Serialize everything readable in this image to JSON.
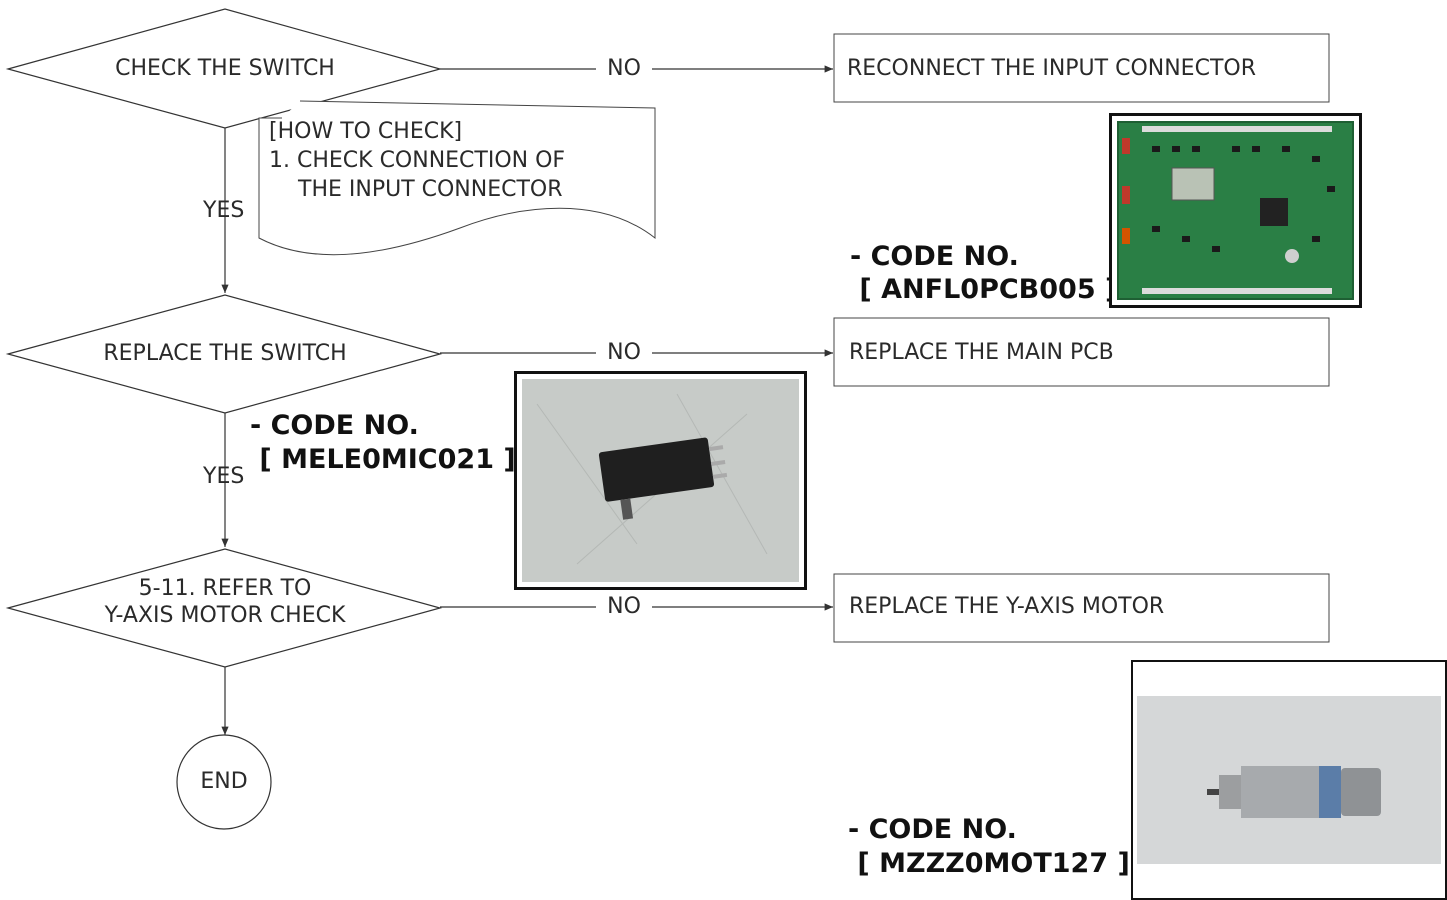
{
  "nodes": {
    "d1": "CHECK THE SWITCH",
    "d2": "REPLACE THE SWITCH",
    "d3_line1": "5-11. REFER TO",
    "d3_line2": "Y-AXIS MOTOR CHECK",
    "end": "END",
    "box1": "RECONNECT THE INPUT CONNECTOR",
    "box2": "REPLACE THE MAIN PCB",
    "box3": "REPLACE THE Y-AXIS MOTOR"
  },
  "edges": {
    "yes": "YES",
    "no": "NO"
  },
  "note": {
    "line1": "[HOW TO CHECK]",
    "line2": "1. CHECK CONNECTION OF",
    "line3": "THE INPUT CONNECTOR"
  },
  "parts": {
    "pcb": {
      "line1": "- CODE NO.",
      "line2": " [ ANFL0PCB005 ]"
    },
    "switch": {
      "line1": "- CODE NO.",
      "line2": " [ MELE0MIC021 ]"
    },
    "motor": {
      "line1": "- CODE NO.",
      "line2": " [ MZZZ0MOT127 ]"
    }
  },
  "colors": {
    "line": "#333333",
    "pcb_board": "#1f7a3a",
    "photo_bg": "#c9ccc9"
  }
}
